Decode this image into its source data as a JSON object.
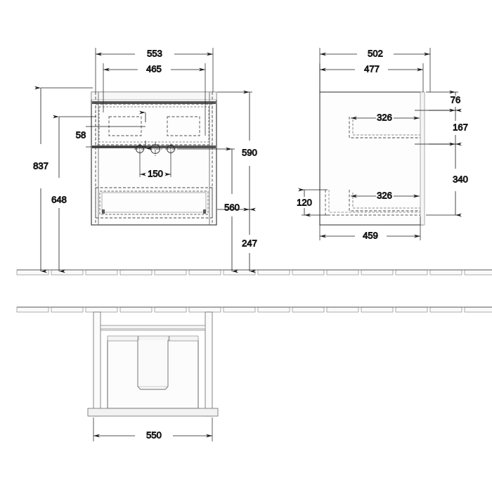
{
  "drawing": {
    "type": "technical-dimension-drawing",
    "subject": "Bathroom vanity unit with washbasin",
    "units": "mm",
    "views": [
      {
        "id": "front-view",
        "name": "Front elevation"
      },
      {
        "id": "side-view",
        "name": "Side elevation"
      },
      {
        "id": "bottom-view",
        "name": "Underside / plan view"
      }
    ]
  },
  "dimensions": {
    "front": {
      "overall_width": "553",
      "inner_width": "465",
      "total_height": "837",
      "basin_height": "648",
      "cabinet_height": "590",
      "cabinet_bottom_from_floor": "560",
      "plinth_gap": "247",
      "top_offset": "58",
      "tap_hole_spacing": "150"
    },
    "side": {
      "overall_depth": "502",
      "cabinet_depth": "477",
      "base_depth": "459",
      "top_drawer_depth": "326",
      "bottom_drawer_depth": "326",
      "top_gap": "76",
      "upper_drawer_height": "167",
      "lower_drawer_height": "340",
      "foot_height": "120"
    },
    "bottom": {
      "width": "550"
    }
  },
  "colors": {
    "line": "#1a1a1a",
    "thin_line": "#666666",
    "hidden_line": "#555555",
    "fill_light": "#fbfbfb",
    "fill_panel": "#f2f2f2",
    "background": "#ffffff"
  }
}
